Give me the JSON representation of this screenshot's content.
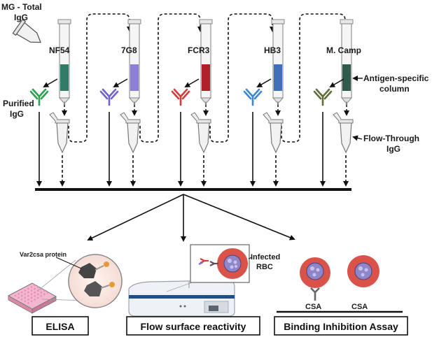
{
  "source_label": [
    "MG - Total",
    "IgG"
  ],
  "columns": [
    {
      "name": "NF54",
      "color": "#2e7d68"
    },
    {
      "name": "7G8",
      "color": "#8e7fd6"
    },
    {
      "name": "FCR3",
      "color": "#b11f2b"
    },
    {
      "name": "HB3",
      "color": "#3e6fb8"
    },
    {
      "name": "M. Camp",
      "color": "#2f5a4c"
    }
  ],
  "antibody_colors": [
    "#2e9e4f",
    "#6d63c9",
    "#d83a3a",
    "#3f86d1",
    "#5d6e3a"
  ],
  "labels": {
    "purified": [
      "Purified",
      "IgG"
    ],
    "antigen_column": [
      "Antigen-specific",
      "column"
    ],
    "flow_through": [
      "Flow-Through",
      "IgG"
    ],
    "var2csa": "Var2csa protein",
    "infected": [
      "Infected",
      "RBC"
    ],
    "csa1": "CSA",
    "csa2": "CSA"
  },
  "assays": {
    "elisa": "ELISA",
    "flow": "Flow surface reactivity",
    "binding": "Binding Inhibition Assay"
  },
  "colors": {
    "rbc": "#d9534a",
    "parasite": "#8f86c9",
    "plate": "#f3b6cf",
    "tube": "#f2f2f2"
  }
}
